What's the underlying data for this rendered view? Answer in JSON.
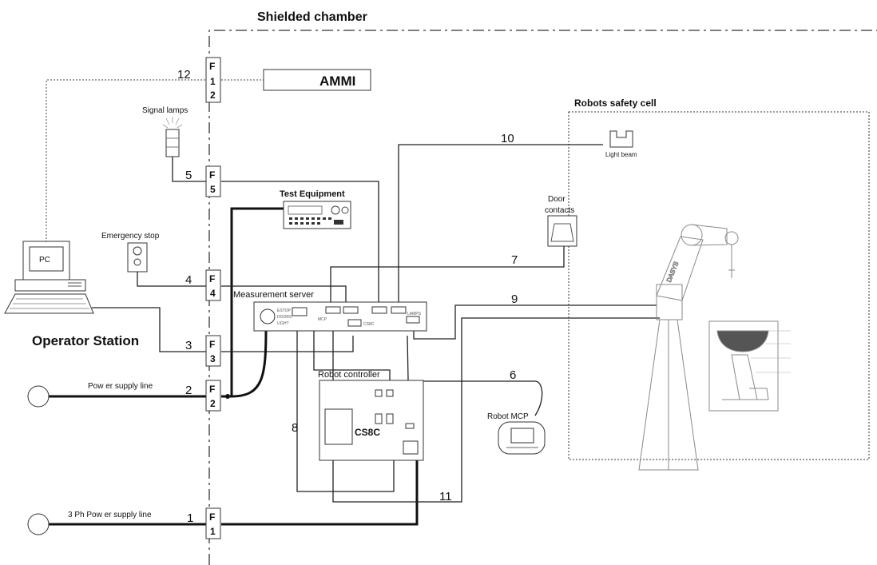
{
  "title": "Shielded  chamber",
  "labels": {
    "ammi": "AMMI",
    "signal_lamps": "Signal lamps",
    "robots_safety_cell": "Robots safety cell",
    "light_beam": "Light beam",
    "test_equipment": "Test  Equipment",
    "door_contacts_1": "Door",
    "door_contacts_2": "contacts",
    "emergency_stop": "Emergency stop",
    "pc": "PC",
    "measurement_server": "Measurement  server",
    "operator_station": "Operator Station",
    "robot_controller": "Robot  controller",
    "controller_model": "CS8C",
    "robot_mcp": "Robot  MCP",
    "power_supply_line": "Pow er supply line",
    "three_ph_power_supply_line": "3 Ph Pow er supply line",
    "robot_brand": "DASYS"
  },
  "feedthroughs": {
    "f12": [
      "F",
      "1",
      "2"
    ],
    "f5": [
      "F",
      "5"
    ],
    "f4": [
      "F",
      "4"
    ],
    "f3": [
      "F",
      "3"
    ],
    "f2": [
      "F",
      "2"
    ],
    "f1": [
      "F",
      "1"
    ]
  },
  "cable_numbers": {
    "c1": "1",
    "c2": "2",
    "c3": "3",
    "c4": "4",
    "c5": "5",
    "c6": "6",
    "c7": "7",
    "c8": "8",
    "c9": "9",
    "c10": "10",
    "c11": "11",
    "c12": "12"
  },
  "server_ports": {
    "p1": "ESTOP",
    "p2": "DOORS",
    "p3": "LIGHT",
    "p4": "MCP",
    "p5": "CS8C",
    "p6": "LAMPS"
  }
}
